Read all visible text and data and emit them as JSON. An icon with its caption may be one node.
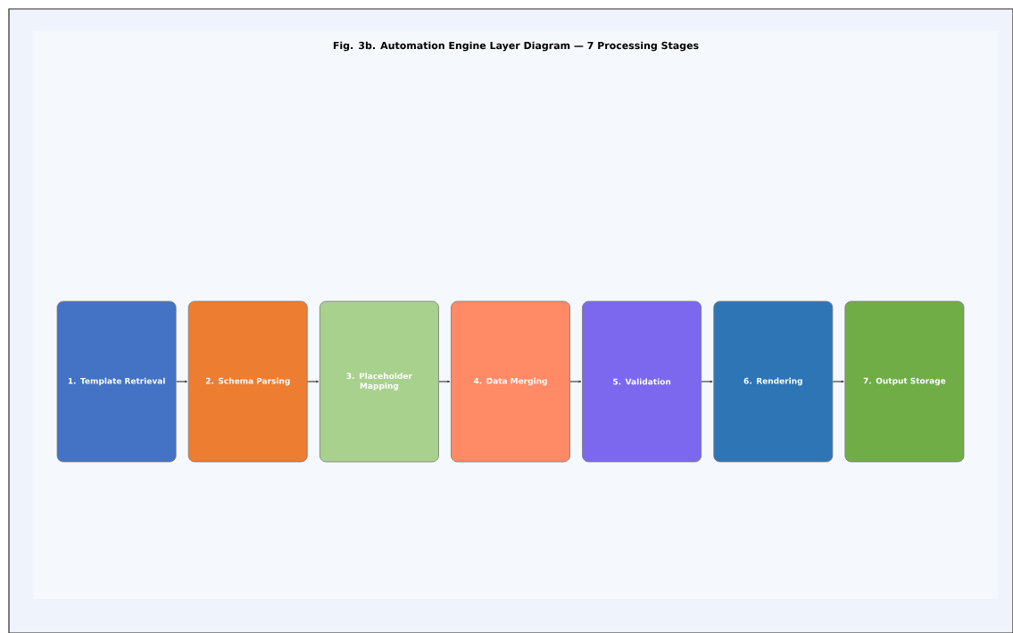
{
  "diagram": {
    "title": "Fig. 3b. Automation Engine Layer Diagram — 7 Processing Stages",
    "nodes": [
      {
        "text": [
          "1. Template Retrieval"
        ]
      },
      {
        "text": [
          "2. Schema Parsing"
        ]
      },
      {
        "text": [
          "3. Placeholder Mapping"
        ]
      },
      {
        "text": [
          "4. Data Merging"
        ]
      },
      {
        "text": [
          "5. Validation"
        ]
      },
      {
        "text": [
          "6. Rendering"
        ]
      },
      {
        "text": [
          "7. Output Storage"
        ]
      }
    ],
    "edges": [
      {
        "from": 0,
        "to": 1,
        "arrow": "to"
      },
      {
        "from": 1,
        "to": 2,
        "arrow": "to"
      },
      {
        "from": 2,
        "to": 3,
        "arrow": "to"
      },
      {
        "from": 3,
        "to": 4,
        "arrow": "to"
      },
      {
        "from": 4,
        "to": 5,
        "arrow": "to"
      },
      {
        "from": 5,
        "to": 6,
        "arrow": "to"
      }
    ]
  }
}
